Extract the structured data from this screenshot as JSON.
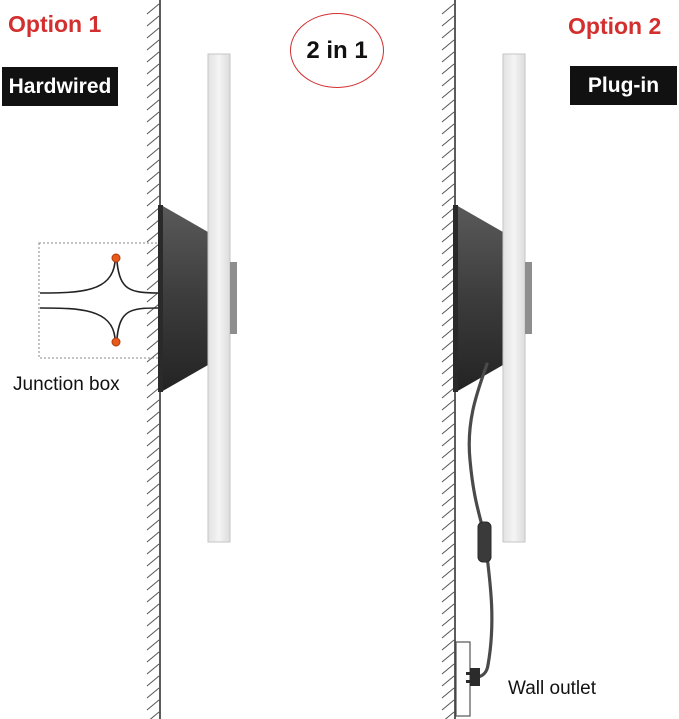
{
  "labels": {
    "option1": "Option 1",
    "option2": "Option 2",
    "hardwired": "Hardwired",
    "plugin": "Plug-in",
    "center_badge": "2 in 1",
    "junction_box": "Junction box",
    "wall_outlet": "Wall outlet"
  },
  "colors": {
    "accent": "#d32f2f",
    "badge_bg": "#111111",
    "badge_text": "#ffffff",
    "mount_dark": "#3a3a3a",
    "panel": "#ececec",
    "cable": "#555555",
    "wire_tip": "#e85a1b"
  },
  "icons": [
    "wall-hatch",
    "wall-mount-cone",
    "light-panel",
    "junction-wires",
    "power-cord",
    "wall-outlet-plug"
  ]
}
